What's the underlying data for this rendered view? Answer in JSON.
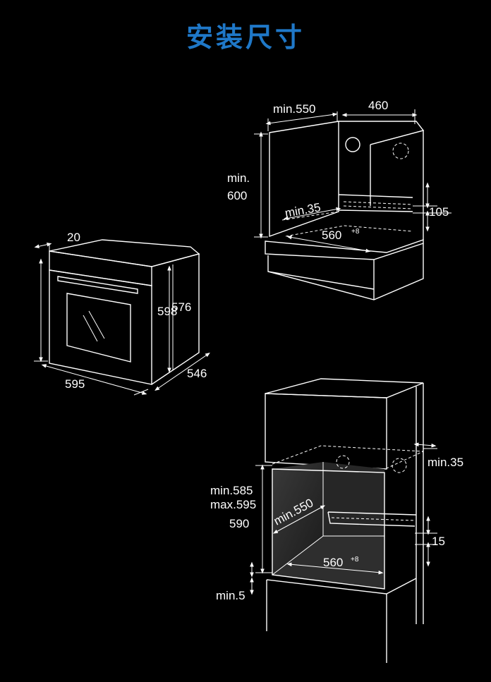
{
  "title": "安装尺寸",
  "oven": {
    "dim_depth_front": "20",
    "dim_height_outer": "598",
    "dim_height_inner": "576",
    "dim_width": "595",
    "dim_depth": "546"
  },
  "cabinet_under_counter": {
    "dim_min550": "min.550",
    "dim_460": "460",
    "dim_min600_line1": "min.",
    "dim_min600_line2": "600",
    "dim_min35": "min.35",
    "dim_105": "105",
    "dim_560": "560",
    "dim_560_tol": "+8"
  },
  "cabinet_column": {
    "dim_min35": "min.35",
    "dim_min585": "min.585",
    "dim_max595": "max.595",
    "dim_590": "590",
    "dim_min550": "min.550",
    "dim_15": "15",
    "dim_560": "560",
    "dim_560_tol": "+8",
    "dim_min5": "min.5"
  }
}
